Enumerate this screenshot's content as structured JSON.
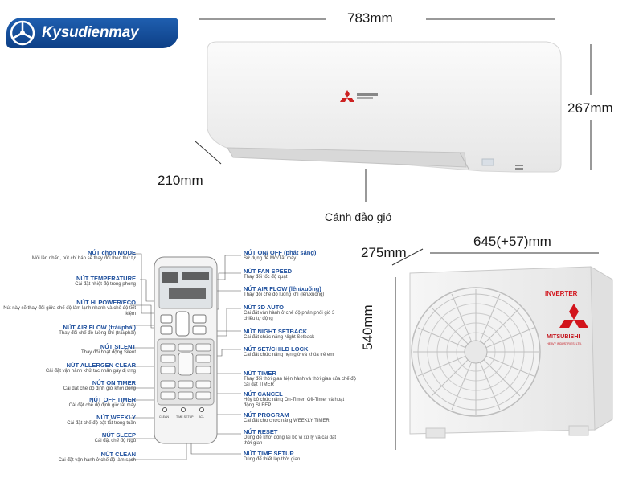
{
  "brand": {
    "logo_text": "Kysudienmay"
  },
  "indoor_unit": {
    "width": "783mm",
    "height": "267mm",
    "depth": "210mm",
    "vane_label": "Cánh đảo gió"
  },
  "outdoor_unit": {
    "depth": "275mm",
    "width": "645(+57)mm",
    "height": "540mm",
    "badge": "INVERTER",
    "brand_name": "MITSUBISHI",
    "brand_sub": "HEAVY INDUSTRIES, LTD."
  },
  "remote": {
    "buttons_left": [
      {
        "title": "NÚT chọn MODE",
        "desc": "Mỗi lần nhấn, nút chỉ báo sẽ thay đổi theo thứ tự"
      },
      {
        "title": "NÚT TEMPERATURE",
        "desc": "Cài đặt nhiệt độ trong phòng"
      },
      {
        "title": "NÚT HI POWER/ECO",
        "desc": "Nút này sẽ thay đổi giữa chế độ làm lạnh nhanh và chế độ tiết kiệm"
      },
      {
        "title": "NÚT AIR FLOW (trái/phải)",
        "desc": "Thay đổi chế độ luồng khí (trái/phải)"
      },
      {
        "title": "NÚT SILENT",
        "desc": "Thay đổi hoạt động Silent"
      },
      {
        "title": "NÚT ALLERGEN CLEAR",
        "desc": "Cài đặt vận hành khử tác nhân gây dị ứng"
      },
      {
        "title": "NÚT ON TIMER",
        "desc": "Cài đặt chế độ định giờ khởi động"
      },
      {
        "title": "NÚT OFF TIMER",
        "desc": "Cài đặt chế độ định giờ tắt máy"
      },
      {
        "title": "NÚT WEEKLY",
        "desc": "Cài đặt chế độ bật tắt trong tuần"
      },
      {
        "title": "NÚT SLEEP",
        "desc": "Cài đặt chế độ Ngủ"
      },
      {
        "title": "NÚT CLEAN",
        "desc": "Cài đặt vận hành ở chế độ làm sạch"
      }
    ],
    "buttons_right": [
      {
        "title": "NÚT ON/ OFF (phát sáng)",
        "desc": "Sử dụng để Mở/Tắt máy"
      },
      {
        "title": "NÚT FAN SPEED",
        "desc": "Thay đổi tốc độ quạt"
      },
      {
        "title": "NÚT AIR FLOW (lên/xuống)",
        "desc": "Thay đổi chế độ luồng khí (lên/xuống)"
      },
      {
        "title": "NÚT 3D AUTO",
        "desc": "Cài đặt vận hành ở chế độ phân phối gió 3 chiều tự động"
      },
      {
        "title": "NÚT NIGHT SETBACK",
        "desc": "Cài đặt chức năng Night Setback"
      },
      {
        "title": "NÚT SET/CHILD LOCK",
        "desc": "Cài đặt chức năng hẹn giờ và khóa trẻ em"
      },
      {
        "title": "NÚT TIMER",
        "desc": "Thay đổi thời gian hiện hành và thời gian của chế độ cài đặt TIMER"
      },
      {
        "title": "NÚT CANCEL",
        "desc": "Hủy bỏ chức năng On-Timer, Off-Timer và hoạt động SLEEP"
      },
      {
        "title": "NÚT PROGRAM",
        "desc": "Cài đặt cho chức năng WEEKLY TIMER"
      },
      {
        "title": "NÚT RESET",
        "desc": "Dùng để khởi động lại bộ vi xử lý và cài đặt thời gian"
      },
      {
        "title": "NÚT TIME SETUP",
        "desc": "Dùng để thiết lập thời gian"
      }
    ],
    "bottom_keys": [
      "CLEAN",
      "TIME SETUP",
      "ACL"
    ]
  },
  "colors": {
    "title_blue": "#1e4f9c",
    "logo_blue": "#1f5fb0",
    "brand_red": "#d2141c"
  }
}
